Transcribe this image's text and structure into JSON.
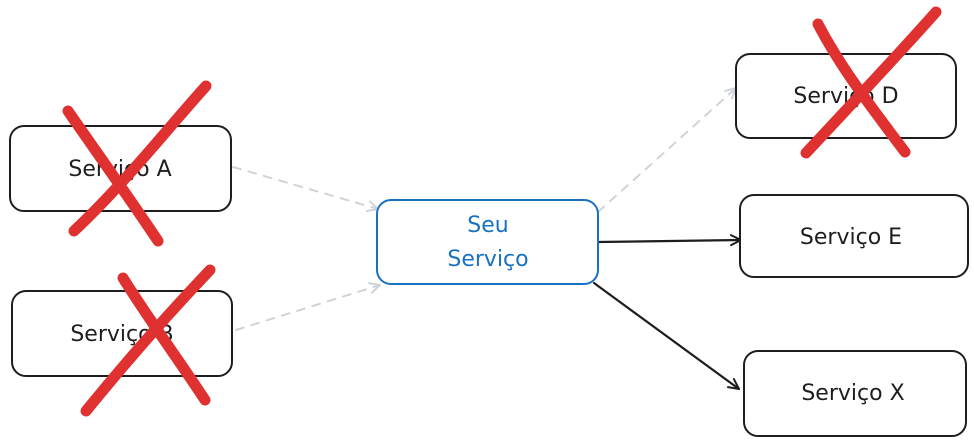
{
  "colors": {
    "stroke": "#1e1e1e",
    "main_stroke": "#1971c2",
    "dashed_edge": "#ced4da",
    "cross": "#e03131",
    "background": "#ffffff"
  },
  "nodes": {
    "servico_a": {
      "label": "Serviço A",
      "crossed": true
    },
    "servico_b": {
      "label": "Serviço B",
      "crossed": true
    },
    "seu_servico": {
      "label_line1": "Seu",
      "label_line2": "Serviço"
    },
    "servico_d": {
      "label": "Serviço D",
      "crossed": true
    },
    "servico_e": {
      "label": "Serviço E",
      "crossed": false
    },
    "servico_x": {
      "label": "Serviço X",
      "crossed": false
    }
  },
  "edges": [
    {
      "from": "servico_a",
      "to": "seu_servico",
      "style": "dashed"
    },
    {
      "from": "servico_b",
      "to": "seu_servico",
      "style": "dashed"
    },
    {
      "from": "seu_servico",
      "to": "servico_d",
      "style": "dashed"
    },
    {
      "from": "seu_servico",
      "to": "servico_e",
      "style": "solid"
    },
    {
      "from": "seu_servico",
      "to": "servico_x",
      "style": "solid"
    }
  ]
}
